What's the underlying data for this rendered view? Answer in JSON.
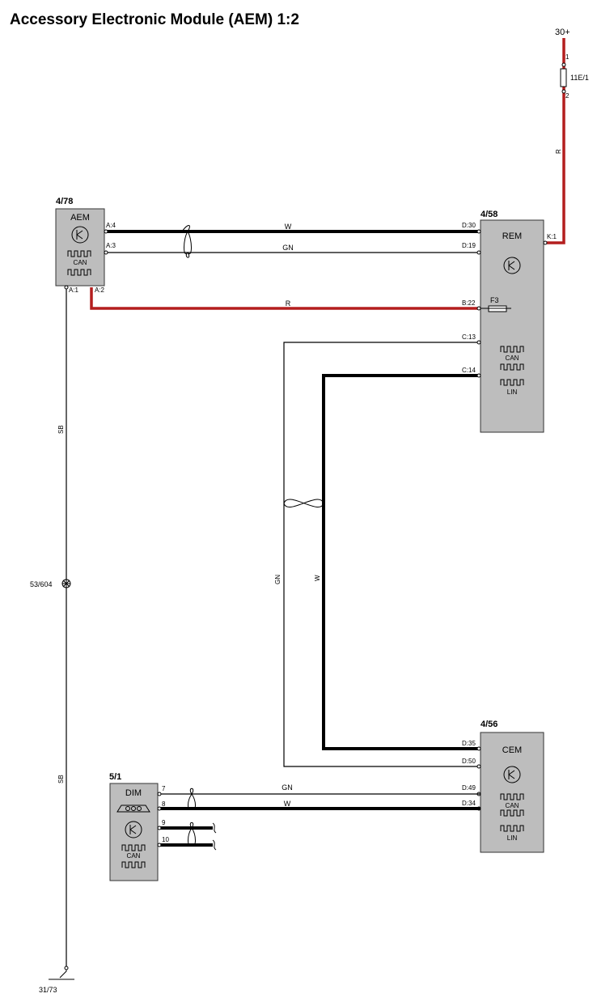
{
  "title": "Accessory Electronic Module (AEM) 1:2",
  "colors": {
    "power_wire": "#b41e1e",
    "module_fill": "#bdbdbd"
  },
  "power": {
    "label": "30+",
    "fuse": "11E/1",
    "fuse_pin1": "1",
    "fuse_pin2": "2",
    "wire": "R"
  },
  "modules": {
    "aem": {
      "ref": "4/78",
      "name": "AEM",
      "can": "CAN",
      "pins": {
        "a4": "A:4",
        "a3": "A:3",
        "a1": "A:1",
        "a2": "A:2"
      }
    },
    "rem": {
      "ref": "4/58",
      "name": "REM",
      "can": "CAN",
      "lin": "LIN",
      "fuse": "F3",
      "pins": {
        "d30": "D:30",
        "d19": "D:19",
        "k1": "K:1",
        "b22": "B:22",
        "c13": "C:13",
        "c14": "C:14"
      }
    },
    "cem": {
      "ref": "4/56",
      "name": "CEM",
      "can": "CAN",
      "lin": "LIN",
      "pins": {
        "d35": "D:35",
        "d50": "D:50",
        "d49": "D:49",
        "d34": "D:34"
      }
    },
    "dim": {
      "ref": "5/1",
      "name": "DIM",
      "can": "CAN",
      "pins": {
        "p7": "7",
        "p8": "8",
        "p9": "9",
        "p10": "10"
      }
    }
  },
  "wires": {
    "aem_rem_w": "W",
    "aem_rem_gn": "GN",
    "aem_rem_r": "R",
    "vertical_gn": "GN",
    "vertical_w": "W",
    "dim_cem_gn": "GN",
    "dim_cem_w": "W",
    "ground_upper": "SB",
    "ground_lower": "SB"
  },
  "connectors": {
    "splice": "53/604",
    "ground": "31/73"
  }
}
